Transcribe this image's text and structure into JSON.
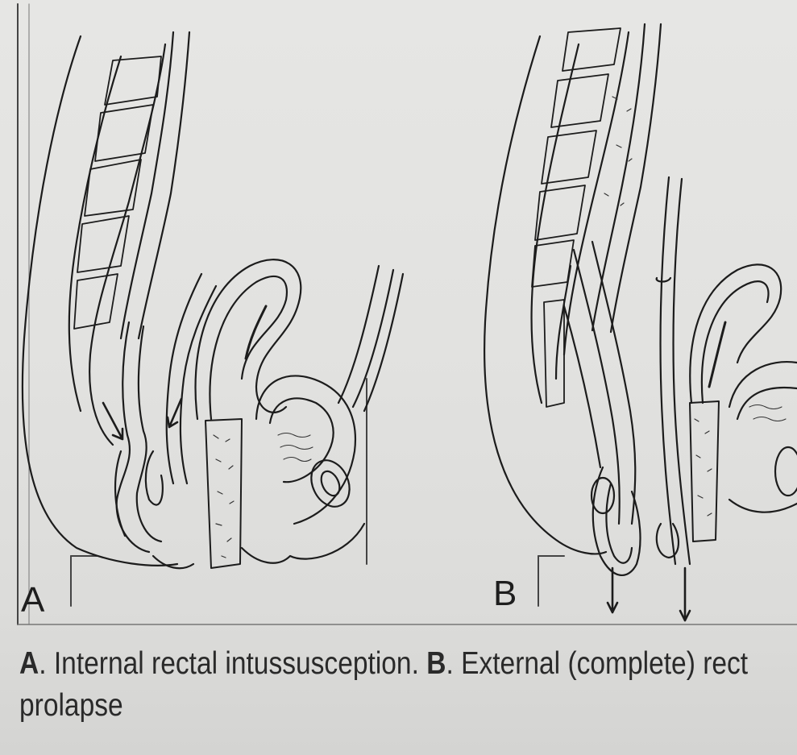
{
  "figure": {
    "panel_a_letter": "A",
    "panel_b_letter": "B"
  },
  "caption": {
    "a_marker": "A",
    "a_text": ". Internal rectal intussusception. ",
    "b_marker": "B",
    "b_text": ". External (complete) rect",
    "line2": "prolapse"
  }
}
